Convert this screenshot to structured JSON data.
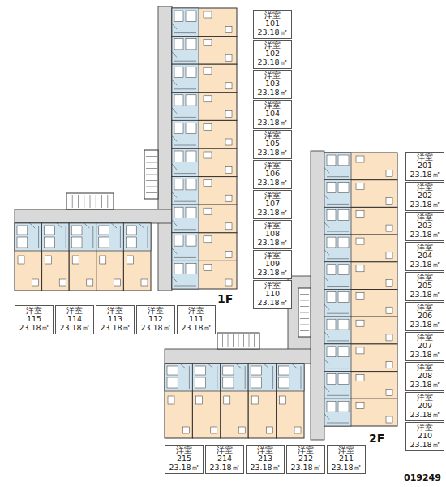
{
  "diagram": {
    "nodes": [
      {
        "text": [
          "洋室",
          "101",
          "23.18㎡"
        ]
      },
      {
        "text": [
          "洋室",
          "102",
          "23.18㎡"
        ]
      },
      {
        "text": [
          "洋室",
          "103",
          "23.18㎡"
        ]
      },
      {
        "text": [
          "洋室",
          "104",
          "23.18㎡"
        ]
      },
      {
        "text": [
          "洋室",
          "105",
          "23.18㎡"
        ]
      },
      {
        "text": [
          "洋室",
          "106",
          "23.18㎡"
        ]
      },
      {
        "text": [
          "洋室",
          "107",
          "23.18㎡"
        ]
      },
      {
        "text": [
          "洋室",
          "108",
          "23.18㎡"
        ]
      },
      {
        "text": [
          "洋室",
          "109",
          "23.18㎡"
        ]
      },
      {
        "text": [
          "洋室",
          "110",
          "23.18㎡"
        ]
      },
      {
        "text": [
          "洋室",
          "115",
          "23.18㎡"
        ]
      },
      {
        "text": [
          "洋室",
          "114",
          "23.18㎡"
        ]
      },
      {
        "text": [
          "洋室",
          "113",
          "23.18㎡"
        ]
      },
      {
        "text": [
          "洋室",
          "112",
          "23.18㎡"
        ]
      },
      {
        "text": [
          "洋室",
          "111",
          "23.18㎡"
        ]
      },
      {
        "text": [
          "洋室",
          "201",
          "23.18㎡"
        ]
      },
      {
        "text": [
          "洋室",
          "202",
          "23.18㎡"
        ]
      },
      {
        "text": [
          "洋室",
          "203",
          "23.18㎡"
        ]
      },
      {
        "text": [
          "洋室",
          "204",
          "23.18㎡"
        ]
      },
      {
        "text": [
          "洋室",
          "205",
          "23.18㎡"
        ]
      },
      {
        "text": [
          "洋室",
          "206",
          "23.18㎡"
        ]
      },
      {
        "text": [
          "洋室",
          "207",
          "23.18㎡"
        ]
      },
      {
        "text": [
          "洋室",
          "208",
          "23.18㎡"
        ]
      },
      {
        "text": [
          "洋室",
          "209",
          "23.18㎡"
        ]
      },
      {
        "text": [
          "洋室",
          "210",
          "23.18㎡"
        ]
      },
      {
        "text": [
          "洋室",
          "215",
          "23.18㎡"
        ]
      },
      {
        "text": [
          "洋室",
          "214",
          "23.18㎡"
        ]
      },
      {
        "text": [
          "洋室",
          "213",
          "23.18㎡"
        ]
      },
      {
        "text": [
          "洋室",
          "212",
          "23.18㎡"
        ]
      },
      {
        "text": [
          "洋室",
          "211",
          "23.18㎡"
        ]
      }
    ],
    "edges": [],
    "labels": [
      "1F",
      "2F",
      "019249"
    ]
  }
}
